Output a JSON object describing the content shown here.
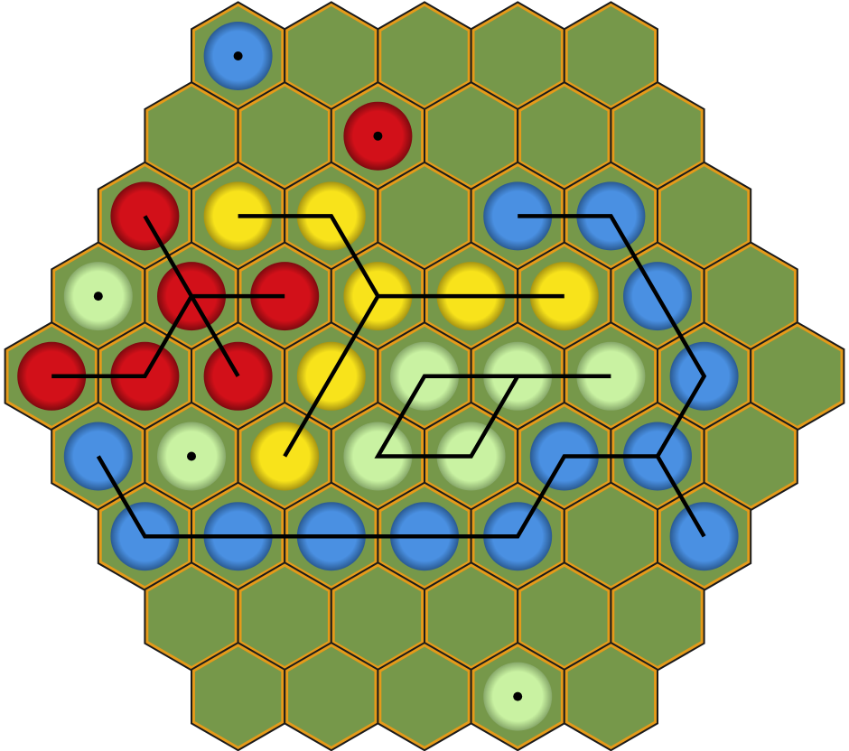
{
  "board": {
    "name": "hex-board",
    "radius": 4,
    "colors": {
      "hex_fill": "#76984a",
      "hex_border": "#e59a1a",
      "hex_outline": "#1b1b1b",
      "red": "#d21019",
      "red_dark": "#7e0a0f",
      "blue": "#4a90e2",
      "blue_dark": "#2a5a92",
      "yellow": "#f8e31b",
      "yellow_dark": "#a89512",
      "lightgreen": "#c9f2a2",
      "lightgreen_dark": "#87a86a",
      "line": "#000000"
    },
    "stones": [
      {
        "row": 0,
        "col": 0,
        "color": "blue",
        "dot": true
      },
      {
        "row": 1,
        "col": 2,
        "color": "red",
        "dot": true
      },
      {
        "row": 2,
        "col": 0,
        "color": "red"
      },
      {
        "row": 2,
        "col": 1,
        "color": "yellow"
      },
      {
        "row": 2,
        "col": 2,
        "color": "yellow"
      },
      {
        "row": 2,
        "col": 4,
        "color": "blue"
      },
      {
        "row": 2,
        "col": 5,
        "color": "blue"
      },
      {
        "row": 3,
        "col": 0,
        "color": "lightgreen",
        "dot": true
      },
      {
        "row": 3,
        "col": 1,
        "color": "red"
      },
      {
        "row": 3,
        "col": 2,
        "color": "red"
      },
      {
        "row": 3,
        "col": 3,
        "color": "yellow"
      },
      {
        "row": 3,
        "col": 4,
        "color": "yellow"
      },
      {
        "row": 3,
        "col": 5,
        "color": "yellow"
      },
      {
        "row": 3,
        "col": 6,
        "color": "blue"
      },
      {
        "row": 4,
        "col": 0,
        "color": "red"
      },
      {
        "row": 4,
        "col": 1,
        "color": "red"
      },
      {
        "row": 4,
        "col": 2,
        "color": "red"
      },
      {
        "row": 4,
        "col": 3,
        "color": "yellow"
      },
      {
        "row": 4,
        "col": 4,
        "color": "lightgreen"
      },
      {
        "row": 4,
        "col": 5,
        "color": "lightgreen"
      },
      {
        "row": 4,
        "col": 6,
        "color": "lightgreen"
      },
      {
        "row": 4,
        "col": 7,
        "color": "blue"
      },
      {
        "row": 5,
        "col": 0,
        "color": "blue"
      },
      {
        "row": 5,
        "col": 1,
        "color": "lightgreen",
        "dot": true
      },
      {
        "row": 5,
        "col": 2,
        "color": "yellow"
      },
      {
        "row": 5,
        "col": 3,
        "color": "lightgreen"
      },
      {
        "row": 5,
        "col": 4,
        "color": "lightgreen"
      },
      {
        "row": 5,
        "col": 5,
        "color": "blue"
      },
      {
        "row": 5,
        "col": 6,
        "color": "blue"
      },
      {
        "row": 6,
        "col": 0,
        "color": "blue"
      },
      {
        "row": 6,
        "col": 1,
        "color": "blue"
      },
      {
        "row": 6,
        "col": 2,
        "color": "blue"
      },
      {
        "row": 6,
        "col": 3,
        "color": "blue"
      },
      {
        "row": 6,
        "col": 4,
        "color": "blue"
      },
      {
        "row": 6,
        "col": 6,
        "color": "blue"
      },
      {
        "row": 8,
        "col": 3,
        "color": "lightgreen",
        "dot": true
      }
    ],
    "paths": [
      {
        "name": "red-path",
        "points": [
          [
            2,
            0
          ],
          [
            3,
            1
          ],
          [
            4,
            2
          ]
        ]
      },
      {
        "name": "red-branch",
        "points": [
          [
            4,
            0
          ],
          [
            4,
            1
          ],
          [
            3,
            1
          ],
          [
            3,
            2
          ]
        ]
      },
      {
        "name": "yellow-path",
        "points": [
          [
            2,
            1
          ],
          [
            2,
            2
          ],
          [
            3,
            3
          ],
          [
            3,
            5
          ]
        ]
      },
      {
        "name": "yellow-branch",
        "points": [
          [
            3,
            3
          ],
          [
            5,
            2
          ]
        ]
      },
      {
        "name": "lightgreen-path",
        "points": [
          [
            4,
            6
          ],
          [
            4,
            4
          ],
          [
            5,
            3
          ],
          [
            5,
            4
          ],
          [
            4,
            5
          ]
        ]
      },
      {
        "name": "blue-path-a",
        "points": [
          [
            2,
            4
          ],
          [
            2,
            5
          ],
          [
            4,
            7
          ],
          [
            5,
            6
          ],
          [
            6,
            6
          ]
        ]
      },
      {
        "name": "blue-path-b",
        "points": [
          [
            5,
            6
          ],
          [
            5,
            5
          ],
          [
            6,
            4
          ],
          [
            6,
            0
          ],
          [
            5,
            0
          ]
        ]
      }
    ]
  }
}
